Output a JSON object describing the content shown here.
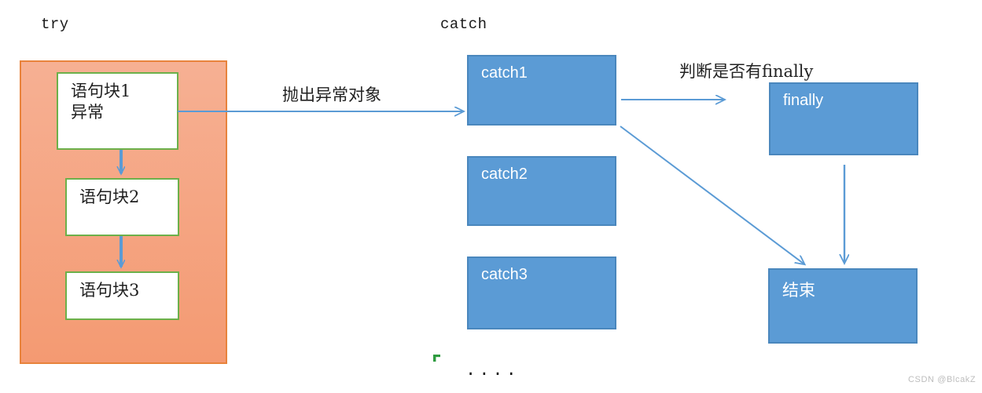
{
  "diagram": {
    "title_labels": {
      "try": "try",
      "catch": "catch"
    },
    "try_block": {
      "statements": [
        {
          "id": "stmt1",
          "line1": "语句块1",
          "line2": "异常"
        },
        {
          "id": "stmt2",
          "line1": "语句块2",
          "line2": ""
        },
        {
          "id": "stmt3",
          "line1": "语句块3",
          "line2": ""
        }
      ]
    },
    "catch_block": {
      "clauses": [
        {
          "id": "catch1",
          "label": "catch1"
        },
        {
          "id": "catch2",
          "label": "catch2"
        },
        {
          "id": "catch3",
          "label": "catch3"
        }
      ],
      "ellipsis": "...."
    },
    "finally_block": {
      "label": "finally"
    },
    "end_block": {
      "label": "结束"
    },
    "edge_labels": {
      "throw_exception": "抛出异常对象",
      "check_finally": "判断是否有finally"
    },
    "colors": {
      "try_fill": "#f4a081",
      "try_border": "#e8833c",
      "stmt_border": "#6cb04a",
      "stmt_fill": "#ffffff",
      "blue_fill": "#5b9bd5",
      "blue_border": "#4a87bd",
      "arrow": "#5b9bd5",
      "text_dark": "#1f1f1f",
      "text_light": "#ffffff",
      "watermark": "#bdbdbd",
      "handle_green": "#2e9b3f"
    }
  },
  "watermark": {
    "text": "CSDN @BlcakZ"
  }
}
